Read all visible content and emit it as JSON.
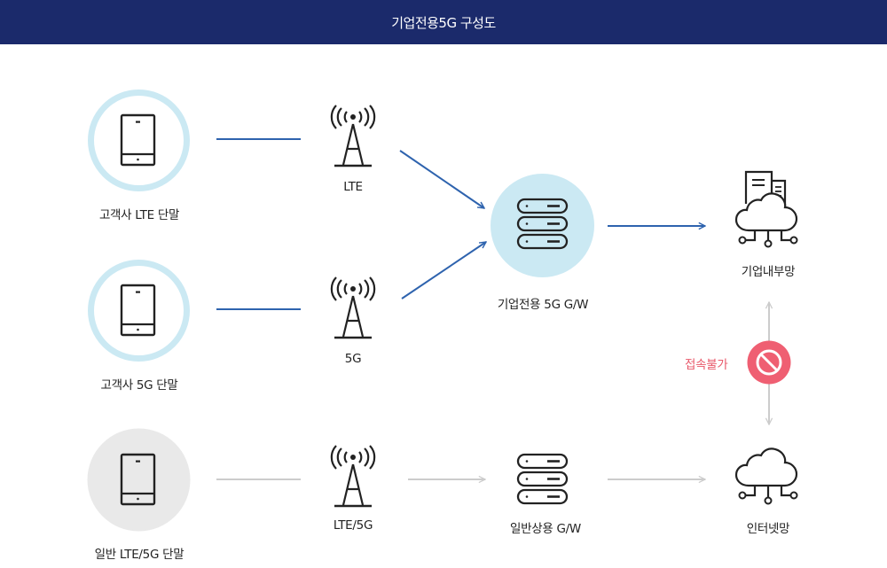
{
  "header": {
    "title": "기업전용5G 구성도"
  },
  "colors": {
    "header_bg": "#1b2a6b",
    "active_line": "#2e63ae",
    "inactive_line": "#cccccc",
    "active_circle_ring": "#cbe9f3",
    "active_circle_fill": "#cbe9f3",
    "inactive_circle_fill": "#e9e9e9",
    "blocked": "#ef5f72",
    "icon_stroke": "#222222"
  },
  "devices": [
    {
      "label": "고객사 LTE 단말",
      "icon": "tablet-icon",
      "style": "ring"
    },
    {
      "label": "고객사 5G 단말",
      "icon": "tablet-icon",
      "style": "ring"
    },
    {
      "label": "일반 LTE/5G 단말",
      "icon": "tablet-icon",
      "style": "gray"
    }
  ],
  "towers": [
    {
      "label": "LTE",
      "icon": "cell-tower-icon"
    },
    {
      "label": "5G",
      "icon": "cell-tower-icon"
    },
    {
      "label": "LTE/5G",
      "icon": "cell-tower-icon"
    }
  ],
  "gateways": [
    {
      "label": "기업전용 5G G/W",
      "icon": "server-icon",
      "style": "filled"
    },
    {
      "label": "일반상용 G/W",
      "icon": "server-icon",
      "style": "plain"
    }
  ],
  "networks": [
    {
      "label": "기업내부망",
      "icon": "cloud-building-icon"
    },
    {
      "label": "인터넷망",
      "icon": "cloud-network-icon"
    }
  ],
  "blocked": {
    "label": "접속불가",
    "icon": "no-entry-icon"
  }
}
